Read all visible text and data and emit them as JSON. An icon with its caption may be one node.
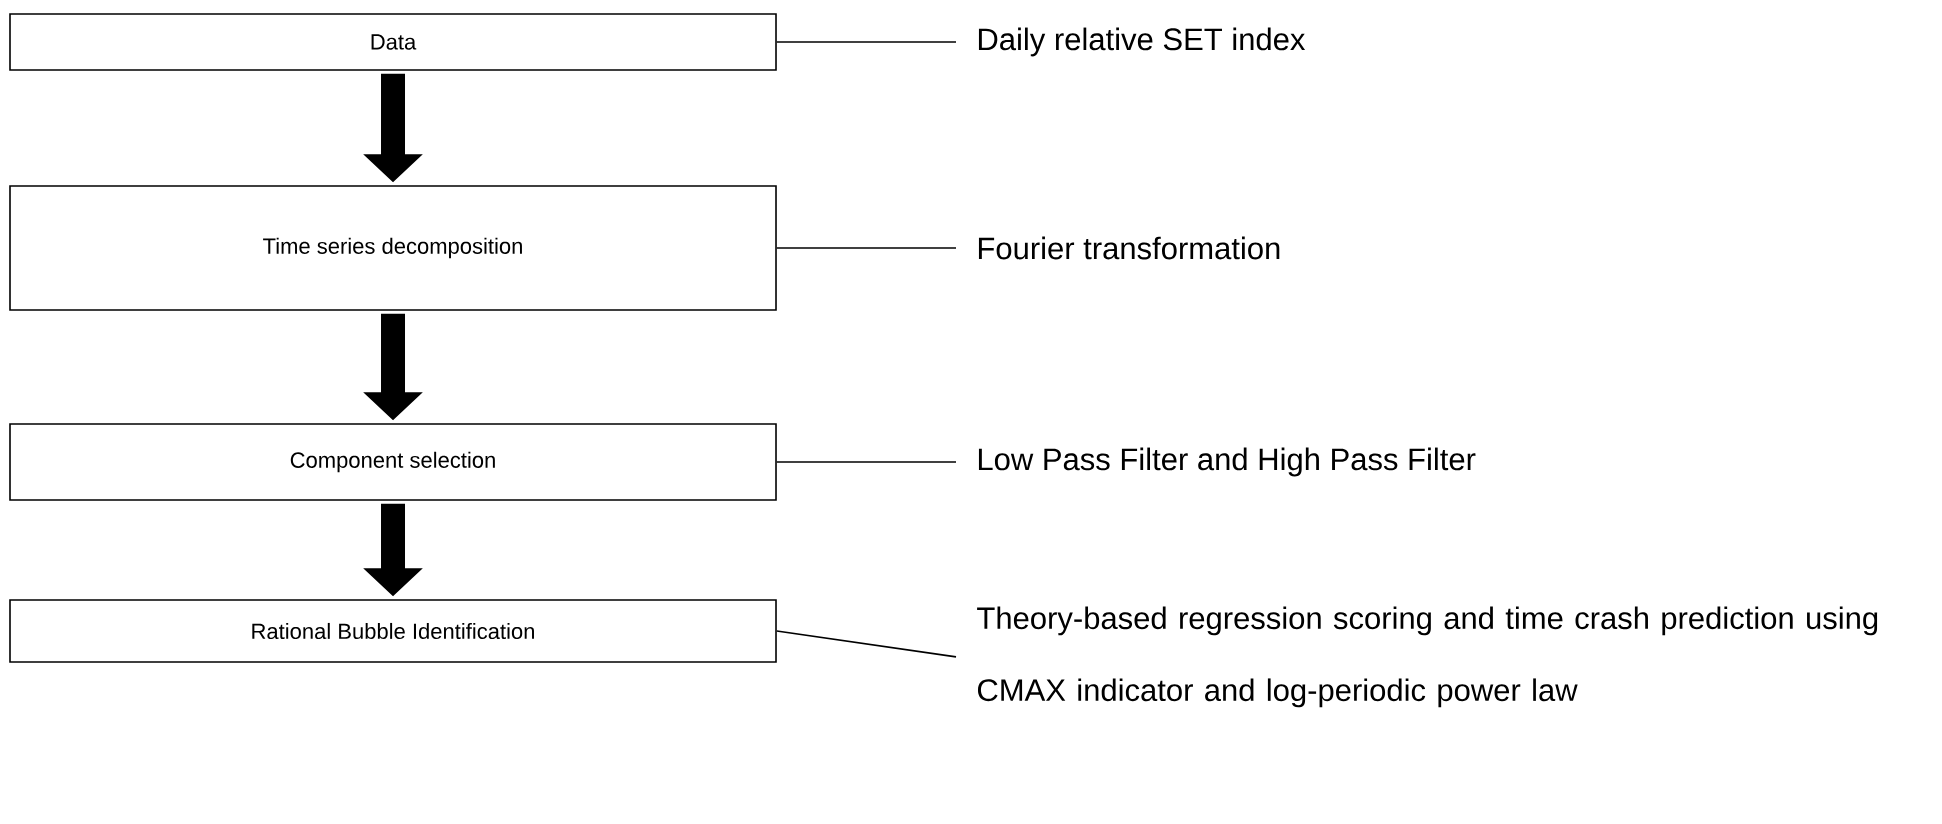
{
  "diagram": {
    "nodes": [
      {
        "text": [
          "Data"
        ]
      },
      {
        "text": [
          "Time series decomposition"
        ]
      },
      {
        "text": [
          "Component selection"
        ]
      },
      {
        "text": [
          "Rational Bubble Identification"
        ]
      },
      {
        "text": [
          "Daily relative SET index"
        ]
      },
      {
        "text": [
          "Fourier transformation"
        ]
      },
      {
        "text": [
          "Low Pass Filter and High Pass Filter"
        ]
      },
      {
        "text": [
          "Theory-based regression scoring and time crash prediction using CMAX indicator and log-periodic power law"
        ]
      }
    ],
    "edges": [
      {
        "from": 0,
        "to": 1,
        "arrow": "to",
        "style": "thick"
      },
      {
        "from": 1,
        "to": 2,
        "arrow": "to",
        "style": "thick"
      },
      {
        "from": 2,
        "to": 3,
        "arrow": "to",
        "style": "thick"
      },
      {
        "from": 4,
        "to": 0,
        "arrow": "none"
      },
      {
        "from": 5,
        "to": 1,
        "arrow": "none"
      },
      {
        "from": 6,
        "to": 2,
        "arrow": "none"
      },
      {
        "from": 7,
        "to": 3,
        "arrow": "none"
      }
    ]
  }
}
